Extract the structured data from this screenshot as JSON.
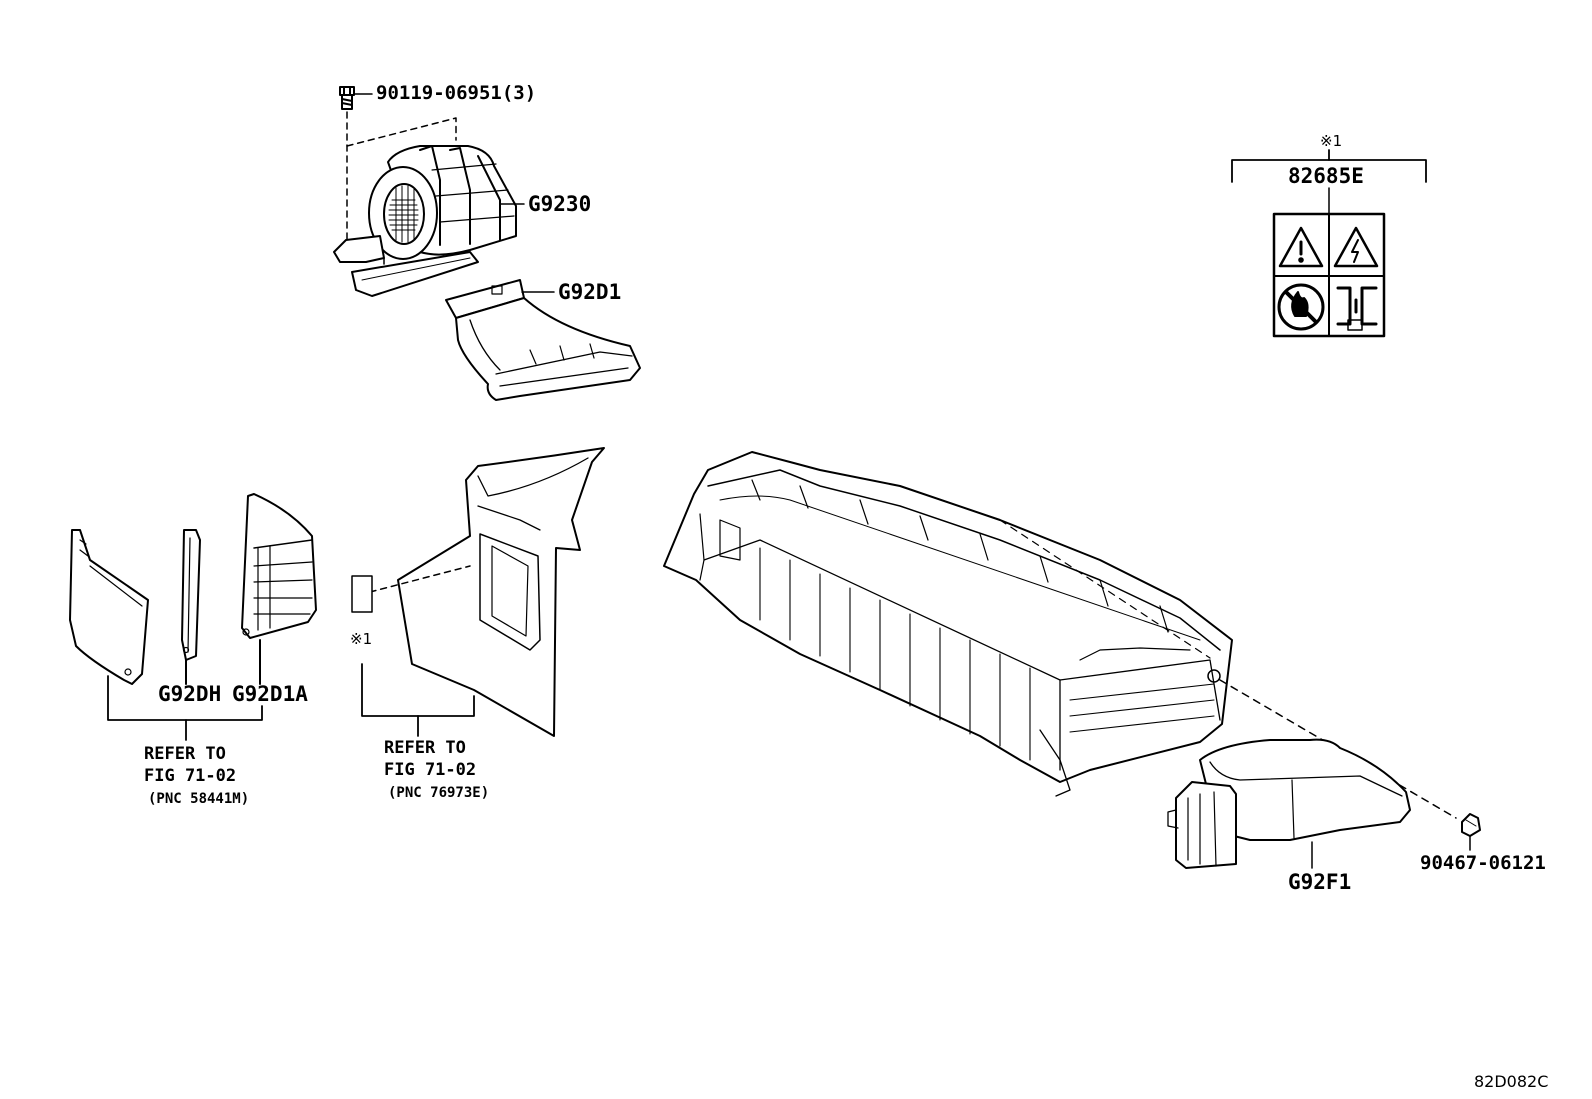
{
  "labels": {
    "bolt": "90119-06951(3)",
    "blower": "G9230",
    "duct": "G92D1",
    "note_marker_top": "※1",
    "caution_label": "82685E",
    "note_marker_left": "※1",
    "g92dh": "G92DH",
    "g92d1a": "G92D1A",
    "refer1_line1": "REFER TO",
    "refer1_line2": "FIG 71-02",
    "refer1_line3": "(PNC 58441M)",
    "refer2_line1": "REFER TO",
    "refer2_line2": "FIG 71-02",
    "refer2_line3": "(PNC 76973E)",
    "cover": "G92F1",
    "clip": "90467-06121",
    "diagram_id": "82D082C"
  },
  "warning_icons": [
    "warning-triangle-icon",
    "high-voltage-icon",
    "no-fire-icon",
    "battery-symbol-icon"
  ]
}
